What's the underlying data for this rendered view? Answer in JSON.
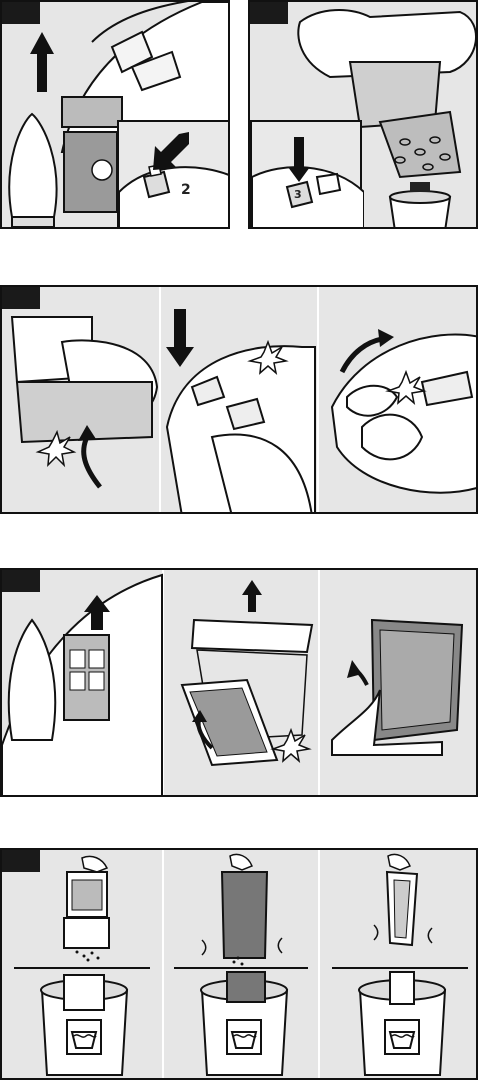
{
  "figure": {
    "section_count": 4,
    "inset_labels": {
      "a": "2",
      "b": "3"
    },
    "colors": {
      "background": "#e6e6e6",
      "line": "#111111",
      "step_tab": "#1a1a1a",
      "page": "#ffffff"
    },
    "icons": [
      "arrow-up-icon",
      "arrow-down-icon",
      "curved-arrow-icon",
      "click-burst-icon",
      "bucket-icon",
      "washing-symbol-icon",
      "hand-icon",
      "dust-particles-icon"
    ]
  }
}
